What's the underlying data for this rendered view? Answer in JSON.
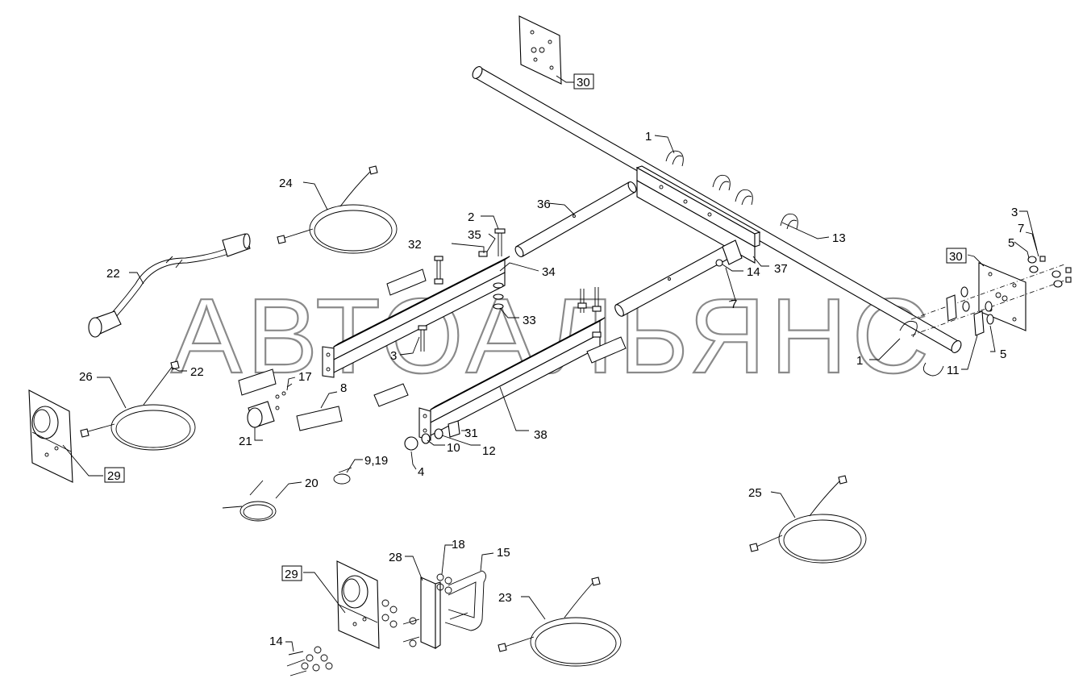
{
  "watermark": "АВТОАЛЬЯНС",
  "callouts": {
    "c1a": "1",
    "c1b": "1",
    "c2": "2",
    "c3a": "3",
    "c3b": "3",
    "c4": "4",
    "c5a": "5",
    "c5b": "5",
    "c7a": "7",
    "c7b": "7",
    "c8": "8",
    "c919": "9,19",
    "c10": "10",
    "c11": "11",
    "c12": "12",
    "c13": "13",
    "c14a": "14",
    "c14b": "14",
    "c15": "15",
    "c17": "17",
    "c18": "18",
    "c20": "20",
    "c21": "21",
    "c22a": "22",
    "c22b": "22",
    "c23": "23",
    "c24": "24",
    "c25": "25",
    "c26": "26",
    "c28": "28",
    "c29a": "29",
    "c29b": "29",
    "c30a": "30",
    "c30b": "30",
    "c31": "31",
    "c32": "32",
    "c33": "33",
    "c34": "34",
    "c35": "35",
    "c36": "36",
    "c37": "37",
    "c38": "38"
  }
}
